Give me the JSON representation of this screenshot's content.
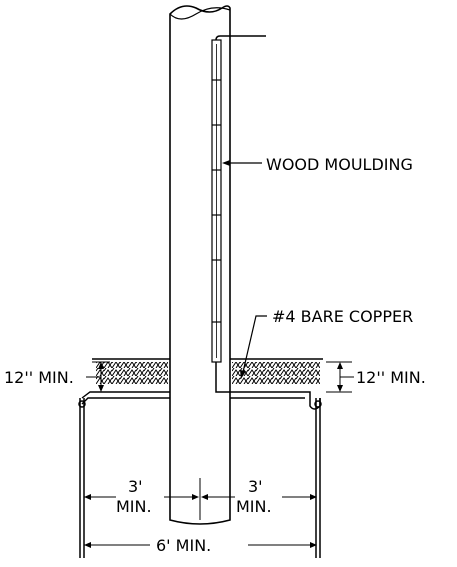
{
  "labels": {
    "wood_moulding": "WOOD MOULDING",
    "bare_copper": "#4 BARE COPPER",
    "depth_left": "12'' MIN.",
    "depth_right": "12'' MIN.",
    "left_dist_a": "3'",
    "left_dist_b": "MIN.",
    "right_dist_a": "3'",
    "right_dist_b": "MIN.",
    "total_dist": "6' MIN."
  },
  "colors": {
    "line": "#000000",
    "background": "#ffffff"
  }
}
